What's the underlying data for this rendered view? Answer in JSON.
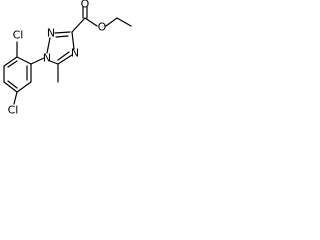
{
  "molecule": {
    "atoms": {
      "cl_top": "Cl",
      "cl_bottom": "Cl",
      "n1": "N",
      "n2": "N",
      "n4": "N",
      "o_carbonyl": "O",
      "o_ester": "O"
    }
  }
}
